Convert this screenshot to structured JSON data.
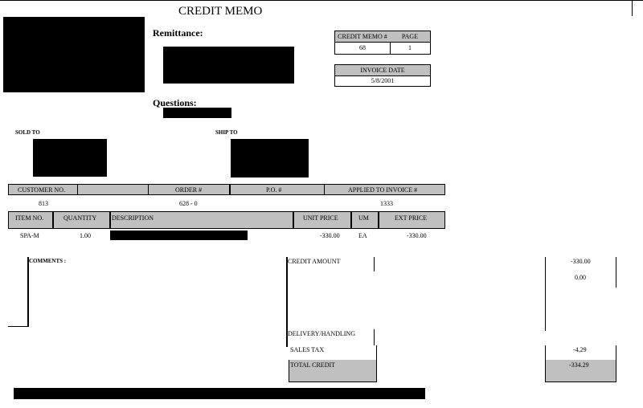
{
  "title": "CREDIT MEMO",
  "remittance_label": "Remittance:",
  "questions_label": "Questions:",
  "memo_box": {
    "credit_memo_header": "CREDIT MEMO #",
    "page_header": "PAGE",
    "credit_memo_value": "68",
    "page_value": "1",
    "invoice_date_header": "INVOICE DATE",
    "invoice_date_value": "5/8/2001"
  },
  "sold_to_label": "SOLD TO",
  "ship_to_label": "SHIP TO",
  "order_header": {
    "customer_no": "CUSTOMER NO.",
    "order_no": "ORDER #",
    "po_no": "P.O. #",
    "applied_to_invoice": "APPLIED TO INVOICE #"
  },
  "order_values": {
    "customer_no": "813",
    "order_no": "628 - 0",
    "applied_to_invoice": "1333"
  },
  "items_header": {
    "item_no": "ITEM NO.",
    "quantity": "QUANTITY",
    "description": "DESCRIPTION",
    "unit_price": "UNIT PRICE",
    "um": "UM",
    "ext_price": "EXT PRICE"
  },
  "items": [
    {
      "item_no": "SPA-M",
      "quantity": "1.00",
      "unit_price": "-330.00",
      "um": "EA",
      "ext_price": "-330.00"
    }
  ],
  "comments_label": "COMMENTS :",
  "totals": {
    "credit_amount_label": "CREDIT AMOUNT",
    "credit_amount_value": "-330.00",
    "second_value": "0.00",
    "delivery_label": "DELIVERY/HANDLING",
    "sales_tax_label": "SALES TAX",
    "sales_tax_value": "-4.29",
    "total_credit_label": "TOTAL CREDIT",
    "total_credit_value": "-334.29"
  }
}
